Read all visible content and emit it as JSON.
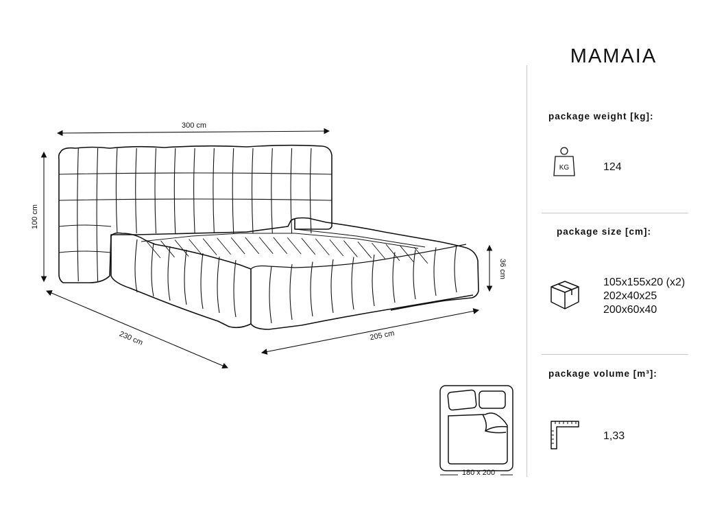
{
  "product": {
    "name": "MAMAIA"
  },
  "dimensions": {
    "width": "300 cm",
    "headboard_height": "100 cm",
    "length": "230 cm",
    "frame_width": "205 cm",
    "frame_height": "36 cm",
    "mattress": "180 x 200"
  },
  "specs": {
    "weight": {
      "label": "package weight [kg]:",
      "icon": "kg-weight-icon",
      "icon_text": "KG",
      "value": "124"
    },
    "size": {
      "label": "package size [cm]:",
      "icon": "box-icon",
      "values": [
        "105x155x20 (x2)",
        "202x40x25",
        "200x60x40"
      ]
    },
    "volume": {
      "label": "package volume [m³]:",
      "icon": "ruler-corner-icon",
      "value": "1,33"
    }
  }
}
